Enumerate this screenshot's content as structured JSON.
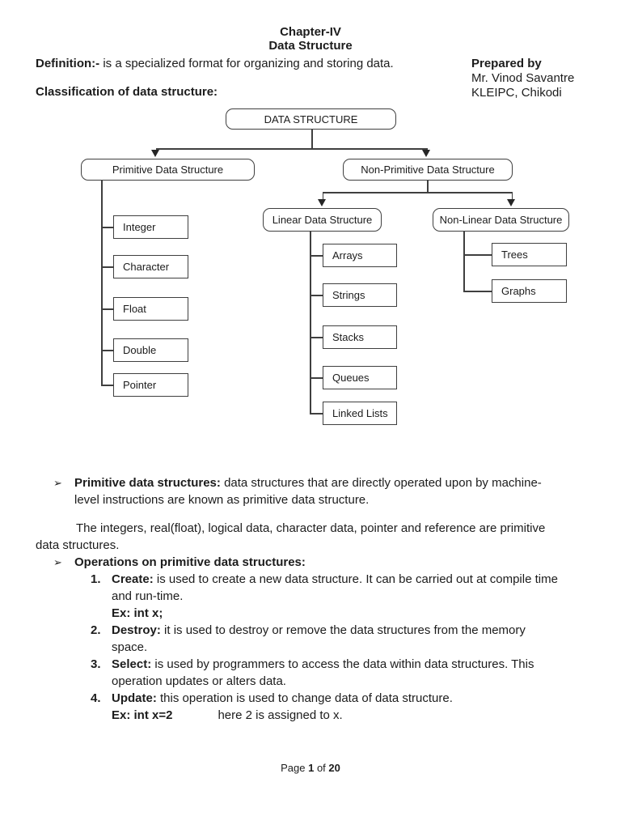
{
  "header": {
    "title_line1": "Chapter-IV",
    "title_line2": "Data Structure",
    "definition_label": "Definition:-",
    "definition_text": " is a specialized format for organizing and storing data.",
    "prepared_by_label": "Prepared by",
    "prepared_by_name": "Mr. Vinod Savantre",
    "prepared_by_org": "KLEIPC, Chikodi",
    "classification_heading": "Classification of data structure:"
  },
  "diagram": {
    "root": "DATA STRUCTURE",
    "level1": [
      "Primitive Data Structure",
      "Non-Primitive Data Structure"
    ],
    "level2": [
      "Linear Data Structure",
      "Non-Linear Data Structure"
    ],
    "primitive_children": [
      "Integer",
      "Character",
      "Float",
      "Double",
      "Pointer"
    ],
    "linear_children": [
      "Arrays",
      "Strings",
      "Stacks",
      "Queues",
      "Linked Lists"
    ],
    "nonlinear_children": [
      "Trees",
      "Graphs"
    ]
  },
  "content": {
    "bullet_glyph": "➢",
    "bullet1_label": "Primitive data structures:",
    "bullet1_text": " data structures that are directly operated upon by machine-level instructions are known as primitive data structure.",
    "paragraph": "The integers, real(float), logical data, character data, pointer and reference are primitive data structures.",
    "bullet2_label": "Operations on primitive data structures:",
    "operations": [
      {
        "num": "1.",
        "label": "Create:",
        "text": " is used to create a new data structure. It can be carried out at compile time and run-time.",
        "example": "Ex: int x;",
        "example_note": ""
      },
      {
        "num": "2.",
        "label": "Destroy:",
        "text": " it is used to destroy or remove the data structures from the memory space.",
        "example": "",
        "example_note": ""
      },
      {
        "num": "3.",
        "label": "Select:",
        "text": " is used by programmers to access the data within data structures. This operation updates or alters data.",
        "example": "",
        "example_note": ""
      },
      {
        "num": "4.",
        "label": "Update:",
        "text": " this operation is used to change data of data structure.",
        "example": "Ex: int x=2",
        "example_note": "here 2 is assigned to x."
      }
    ]
  },
  "footer": {
    "page_prefix": "Page ",
    "page_number": "1",
    "of_text": " of ",
    "total_pages": "20"
  }
}
